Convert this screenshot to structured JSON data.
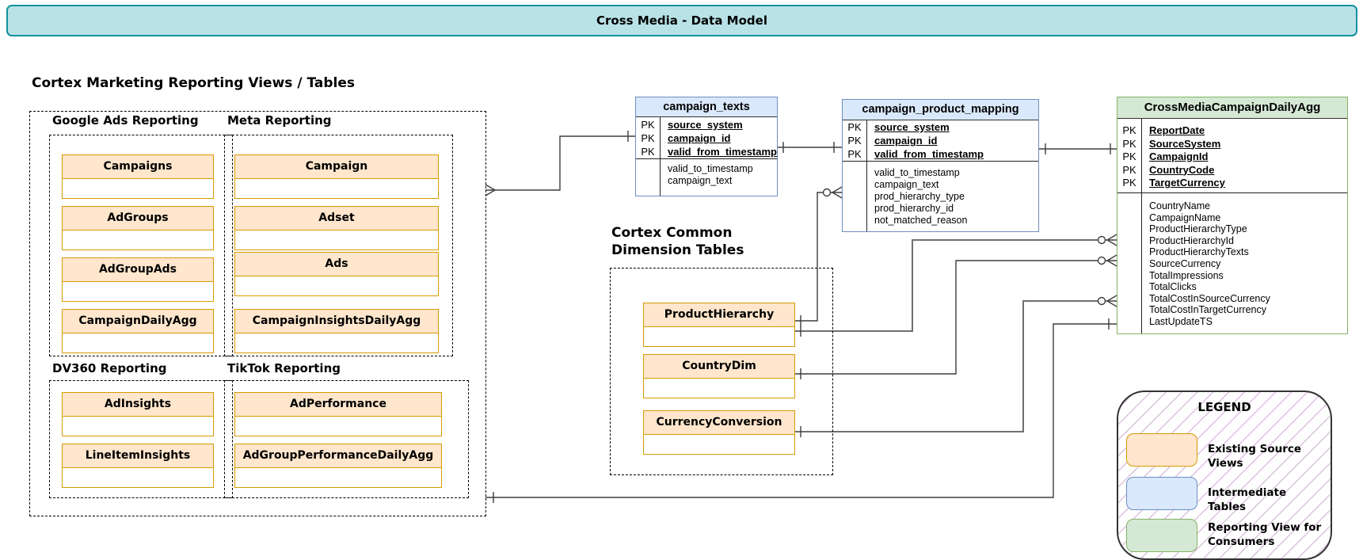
{
  "banner": {
    "title": "Cross Media - Data Model"
  },
  "left_section": {
    "title": "Cortex Marketing Reporting Views / Tables",
    "groups": [
      {
        "label": "Google Ads Reporting",
        "entities": [
          "Campaigns",
          "AdGroups",
          "AdGroupAds",
          "CampaignDailyAgg"
        ]
      },
      {
        "label": "Meta Reporting",
        "entities": [
          "Campaign",
          "Adset",
          "Ads",
          "CampaignInsightsDailyAgg"
        ]
      },
      {
        "label": "DV360 Reporting",
        "entities": [
          "AdInsights",
          "LineItemInsights"
        ]
      },
      {
        "label": "TikTok Reporting",
        "entities": [
          "AdPerformance",
          "AdGroupPerformanceDailyAgg"
        ]
      }
    ]
  },
  "tables": {
    "campaign_texts": {
      "title": "campaign_texts",
      "pk_label": "PK",
      "pk_fields": [
        "source_system",
        "campaign_id",
        "valid_from_timestamp"
      ],
      "fields": [
        "valid_to_timestamp",
        "campaign_text"
      ]
    },
    "campaign_product_mapping": {
      "title": "campaign_product_mapping",
      "pk_label": "PK",
      "pk_fields": [
        "source_system",
        "campaign_id",
        "valid_from_timestamp"
      ],
      "fields": [
        "valid_to_timestamp",
        "campaign_text",
        "prod_hierarchy_type",
        "prod_hierarchy_id",
        "not_matched_reason"
      ]
    },
    "cross_media": {
      "title": "CrossMediaCampaignDailyAgg",
      "pk_label": "PK",
      "pk_fields": [
        "ReportDate",
        "SourceSystem",
        "CampaignId",
        "CountryCode",
        "TargetCurrency"
      ],
      "fields": [
        "CountryName",
        "CampaignName",
        "ProductHierarchyType",
        "ProductHierarchyId",
        "ProductHierarchyTexts",
        "SourceCurrency",
        "TotalImpressions",
        "TotalClicks",
        "TotalCostInSourceCurrency",
        "TotalCostInTargetCurrency",
        "LastUpdateTS"
      ]
    }
  },
  "dimension_section": {
    "title_line1": "Cortex Common",
    "title_line2": "Dimension Tables",
    "entities": [
      "ProductHierarchy",
      "CountryDim",
      "CurrencyConversion"
    ]
  },
  "legend": {
    "title": "LEGEND",
    "items": [
      {
        "label": "Existing Source Views",
        "swatch": "orange"
      },
      {
        "label": "Intermediate Tables",
        "swatch": "blue"
      },
      {
        "label": "Reporting View for Consumers",
        "swatch": "green"
      }
    ]
  },
  "colors": {
    "banner-fill": "#b9e2e7",
    "banner-border": "#11919f",
    "orange-fill": "#ffe6cc",
    "orange-border": "#d79b00",
    "blue-fill": "#dae8fc",
    "blue-border": "#6c8ebf",
    "green-fill": "#d5e8d4",
    "green-border": "#82b366",
    "hatch": "#dcc0e0"
  }
}
